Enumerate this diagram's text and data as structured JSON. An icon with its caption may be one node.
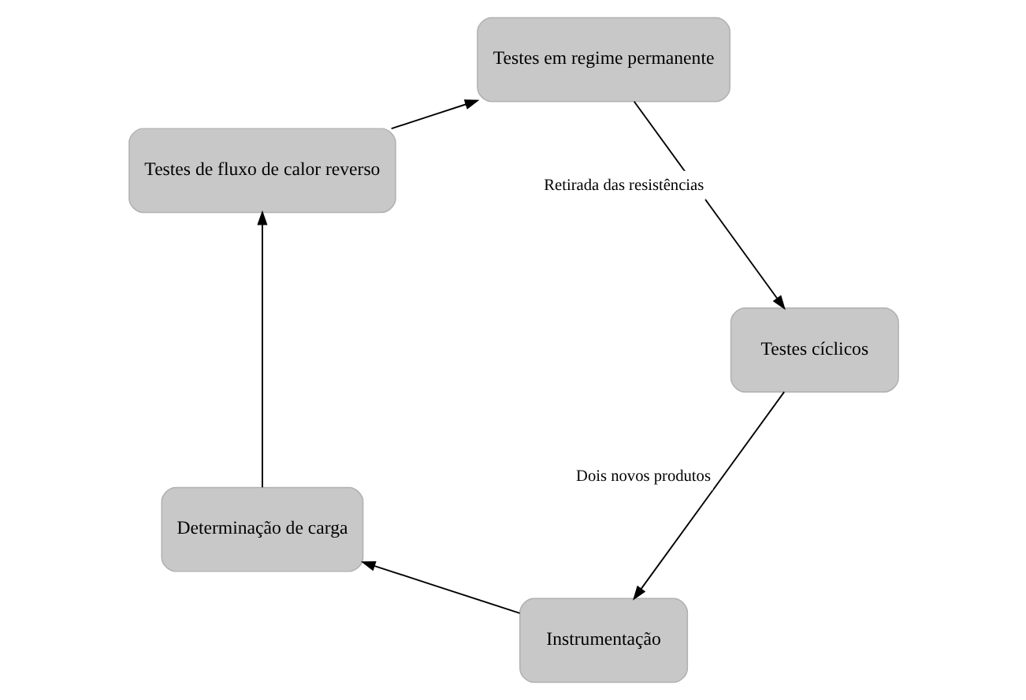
{
  "diagram": {
    "nodes": [
      {
        "text": [
          "Instrumentação"
        ]
      },
      {
        "text": [
          "Determinação de carga"
        ]
      },
      {
        "text": [
          "Testes de fluxo de calor reverso"
        ]
      },
      {
        "text": [
          "Testes em regime permanente"
        ]
      },
      {
        "text": [
          "Testes cíclicos"
        ]
      }
    ],
    "edges": [
      {
        "from": 0,
        "to": 1,
        "arrow": "to"
      },
      {
        "from": 1,
        "to": 2,
        "arrow": "to"
      },
      {
        "from": 2,
        "to": 3,
        "arrow": "to"
      },
      {
        "from": 3,
        "to": 4,
        "arrow": "to",
        "label": "Retirada das resistências"
      },
      {
        "from": 4,
        "to": 0,
        "arrow": "to",
        "label": "Dois novos produtos"
      }
    ]
  }
}
